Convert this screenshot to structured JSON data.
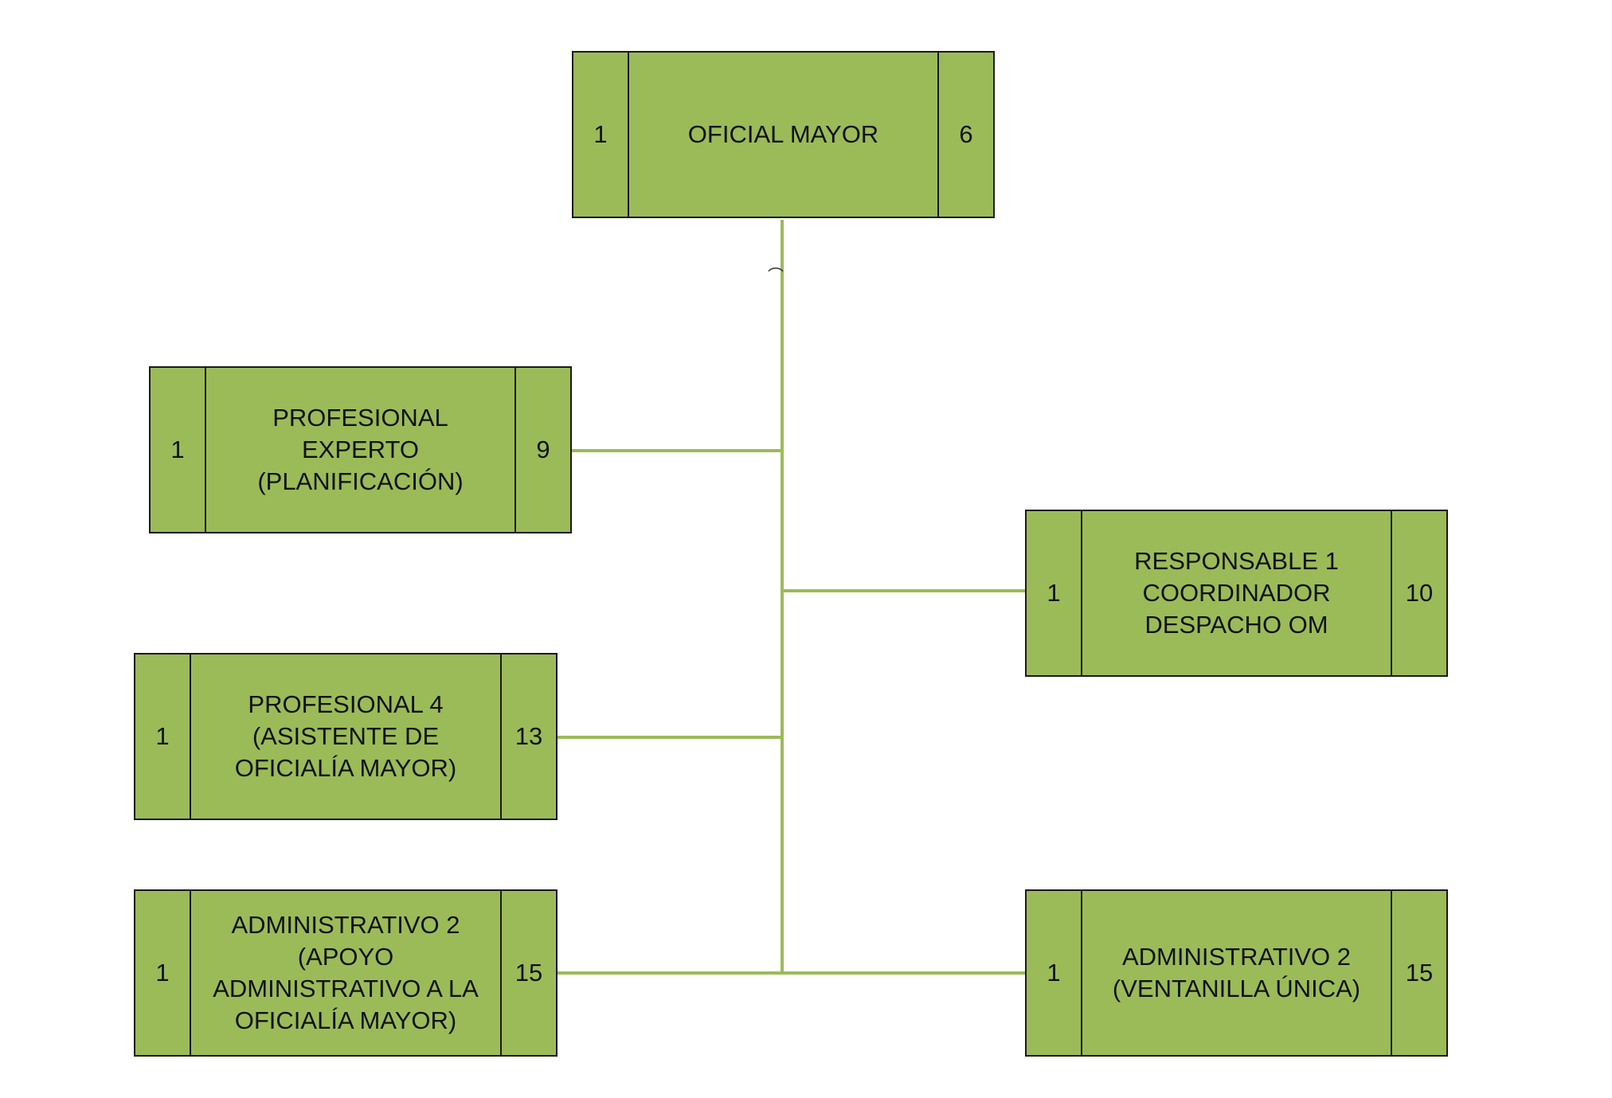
{
  "colors": {
    "box_fill": "#9bbb59",
    "box_border": "#1a1a1a",
    "connector": "#9bbb59"
  },
  "nodes": [
    {
      "id": "oficial-mayor",
      "left_number": "1",
      "title": "OFICIAL MAYOR",
      "right_number": "6"
    },
    {
      "id": "profesional-experto",
      "left_number": "1",
      "title": "PROFESIONAL\nEXPERTO\n(PLANIFICACIÓN)",
      "right_number": "9"
    },
    {
      "id": "responsable-coordinador",
      "left_number": "1",
      "title": "RESPONSABLE 1\nCOORDINADOR\nDESPACHO OM",
      "right_number": "10"
    },
    {
      "id": "profesional-4",
      "left_number": "1",
      "title": "PROFESIONAL 4\n(ASISTENTE DE\nOFICIALÍA MAYOR)",
      "right_number": "13"
    },
    {
      "id": "administrativo-apoyo",
      "left_number": "1",
      "title": "ADMINISTRATIVO 2\n(APOYO\nADMINISTRATIVO A LA\nOFICIALÍA MAYOR)",
      "right_number": "15"
    },
    {
      "id": "administrativo-ventanilla",
      "left_number": "1",
      "title": "ADMINISTRATIVO 2\n(VENTANILLA ÚNICA)",
      "right_number": "15"
    }
  ]
}
